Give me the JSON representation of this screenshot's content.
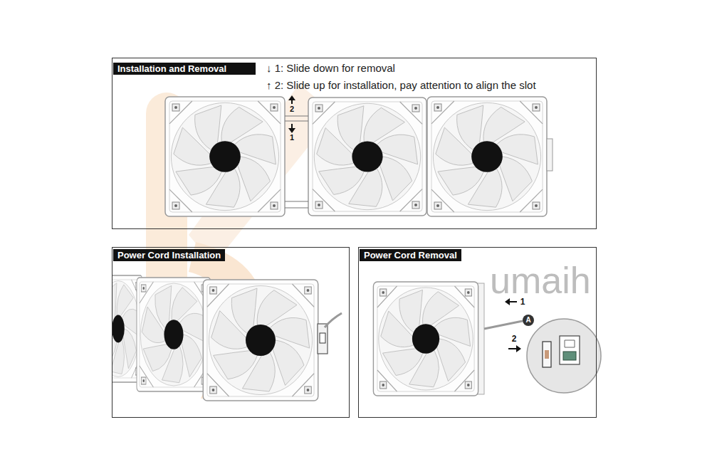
{
  "diagram": {
    "nodes": [
      {
        "text": [
          "Installation and Removal",
          "↓ 1: Slide down for removal",
          "↑ 2: Slide up for installation, pay attention to align the slot"
        ]
      },
      {
        "text": [
          "Power Cord Installation"
        ]
      },
      {
        "text": [
          "Power Cord Removal"
        ]
      }
    ],
    "labels": [
      "2",
      "1",
      "1",
      "A",
      "2",
      "umaih"
    ]
  }
}
